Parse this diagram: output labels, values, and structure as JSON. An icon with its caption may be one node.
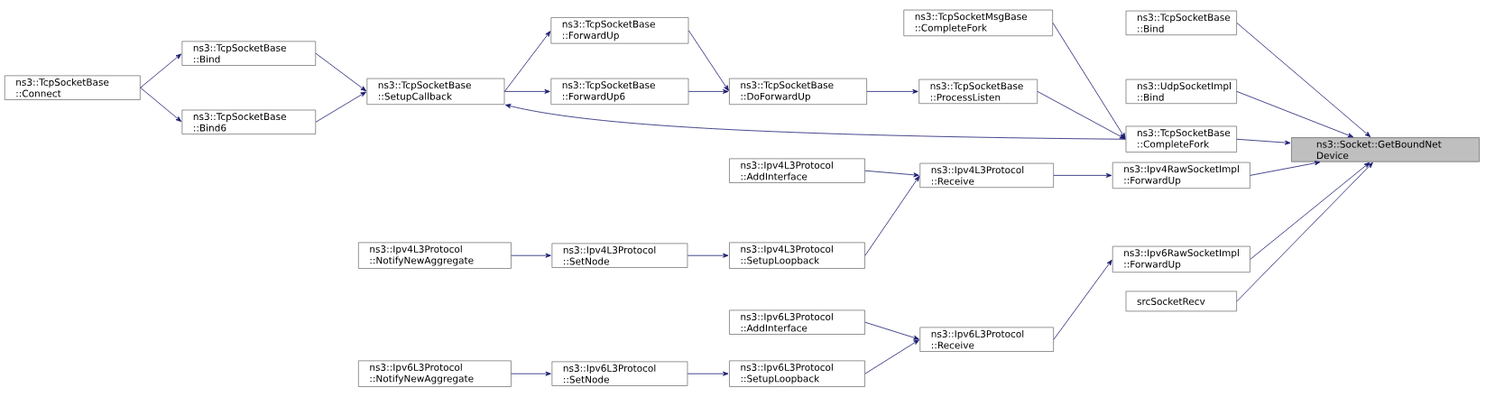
{
  "diagram": {
    "nodes": [
      {
        "text": [
          "ns3::Socket::GetBoundNet Device"
        ]
      },
      {
        "text": [
          "ns3::TcpSocketBase ::Bind"
        ]
      },
      {
        "text": [
          "ns3::UdpSocketImpl ::Bind"
        ]
      },
      {
        "text": [
          "ns3::TcpSocketBase ::CompleteFork"
        ]
      },
      {
        "text": [
          "ns3::Ipv4RawSocketImpl ::ForwardUp"
        ]
      },
      {
        "text": [
          "ns3::Ipv6RawSocketImpl ::ForwardUp"
        ]
      },
      {
        "text": [
          "srcSocketRecv"
        ]
      },
      {
        "text": [
          "ns3::TcpSocketMsgBase ::CompleteFork"
        ]
      },
      {
        "text": [
          "ns3::TcpSocketBase ::ProcessListen"
        ]
      },
      {
        "text": [
          "ns3::TcpSocketBase ::DoForwardUp"
        ]
      },
      {
        "text": [
          "ns3::TcpSocketBase ::ForwardUp"
        ]
      },
      {
        "text": [
          "ns3::TcpSocketBase ::ForwardUp6"
        ]
      },
      {
        "text": [
          "ns3::TcpSocketBase ::SetupCallback"
        ]
      },
      {
        "text": [
          "ns3::TcpSocketBase ::Bind"
        ]
      },
      {
        "text": [
          "ns3::TcpSocketBase ::Bind6"
        ]
      },
      {
        "text": [
          "ns3::TcpSocketBase ::Connect"
        ]
      },
      {
        "text": [
          "ns3::Ipv4L3Protocol ::Receive"
        ]
      },
      {
        "text": [
          "ns3::Ipv4L3Protocol ::AddInterface"
        ]
      },
      {
        "text": [
          "ns3::Ipv4L3Protocol ::SetupLoopback"
        ]
      },
      {
        "text": [
          "ns3::Ipv4L3Protocol ::SetNode"
        ]
      },
      {
        "text": [
          "ns3::Ipv4L3Protocol ::NotifyNewAggregate"
        ]
      },
      {
        "text": [
          "ns3::Ipv6L3Protocol ::Receive"
        ]
      },
      {
        "text": [
          "ns3::Ipv6L3Protocol ::AddInterface"
        ]
      },
      {
        "text": [
          "ns3::Ipv6L3Protocol ::SetupLoopback"
        ]
      },
      {
        "text": [
          "ns3::Ipv6L3Protocol ::SetNode"
        ]
      },
      {
        "text": [
          "ns3::Ipv6L3Protocol ::NotifyNewAggregate"
        ]
      }
    ],
    "edges": [
      {
        "from": 1,
        "to": 0,
        "arrow": "to"
      },
      {
        "from": 2,
        "to": 0,
        "arrow": "to"
      },
      {
        "from": 3,
        "to": 0,
        "arrow": "to"
      },
      {
        "from": 4,
        "to": 0,
        "arrow": "to"
      },
      {
        "from": 5,
        "to": 0,
        "arrow": "to"
      },
      {
        "from": 6,
        "to": 0,
        "arrow": "to"
      },
      {
        "from": 7,
        "to": 3,
        "arrow": "to"
      },
      {
        "from": 8,
        "to": 3,
        "arrow": "to"
      },
      {
        "from": 9,
        "to": 8,
        "arrow": "to"
      },
      {
        "from": 10,
        "to": 9,
        "arrow": "to"
      },
      {
        "from": 11,
        "to": 9,
        "arrow": "to"
      },
      {
        "from": 12,
        "to": 10,
        "arrow": "to"
      },
      {
        "from": 12,
        "to": 11,
        "arrow": "to"
      },
      {
        "from": 3,
        "to": 12,
        "arrow": "to"
      },
      {
        "from": 13,
        "to": 12,
        "arrow": "to"
      },
      {
        "from": 14,
        "to": 12,
        "arrow": "to"
      },
      {
        "from": 15,
        "to": 13,
        "arrow": "to"
      },
      {
        "from": 15,
        "to": 14,
        "arrow": "to"
      },
      {
        "from": 16,
        "to": 4,
        "arrow": "to"
      },
      {
        "from": 17,
        "to": 16,
        "arrow": "to"
      },
      {
        "from": 18,
        "to": 16,
        "arrow": "to"
      },
      {
        "from": 19,
        "to": 18,
        "arrow": "to"
      },
      {
        "from": 20,
        "to": 19,
        "arrow": "to"
      },
      {
        "from": 21,
        "to": 5,
        "arrow": "to"
      },
      {
        "from": 22,
        "to": 21,
        "arrow": "to"
      },
      {
        "from": 23,
        "to": 21,
        "arrow": "to"
      },
      {
        "from": 24,
        "to": 23,
        "arrow": "to"
      },
      {
        "from": 25,
        "to": 24,
        "arrow": "to"
      }
    ]
  }
}
